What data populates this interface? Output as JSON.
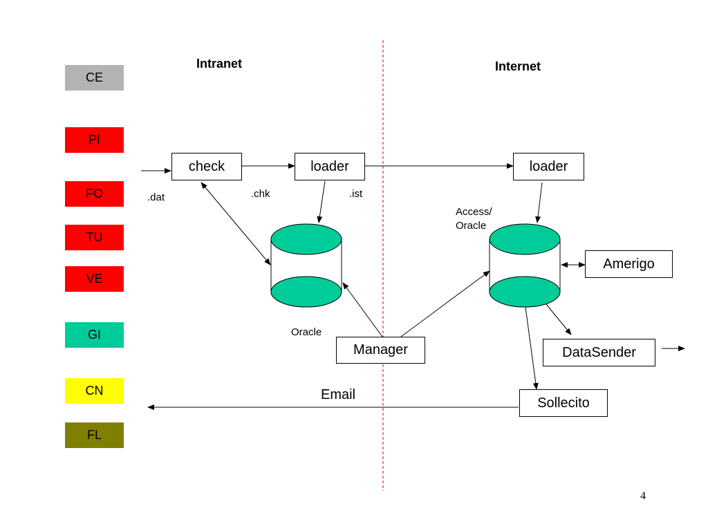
{
  "zones": {
    "intranet": "Intranet",
    "internet": "Internet"
  },
  "legend": [
    {
      "code": "CE",
      "color": "#b3b3b3"
    },
    {
      "code": "PI",
      "color": "#ff0000"
    },
    {
      "code": "FO",
      "color": "#ff0000"
    },
    {
      "code": "TU",
      "color": "#ff0000"
    },
    {
      "code": "VE",
      "color": "#ff0000"
    },
    {
      "code": "GI",
      "color": "#00cc99"
    },
    {
      "code": "CN",
      "color": "#ffff00"
    },
    {
      "code": "FL",
      "color": "#808000"
    }
  ],
  "nodes": {
    "check": "check",
    "loader_intranet": "loader",
    "loader_internet": "loader",
    "amerigo": "Amerigo",
    "manager": "Manager",
    "datasender": "DataSender",
    "sollecito": "Sollecito"
  },
  "labels": {
    "dat": ".dat",
    "chk": ".chk",
    "ist": ".ist",
    "access_oracle_1": "Access/",
    "access_oracle_2": "Oracle",
    "oracle": "Oracle",
    "email": "Email"
  },
  "colors": {
    "db_fill": "#00cc99",
    "divider": "#cc0000"
  },
  "page_number": "4"
}
